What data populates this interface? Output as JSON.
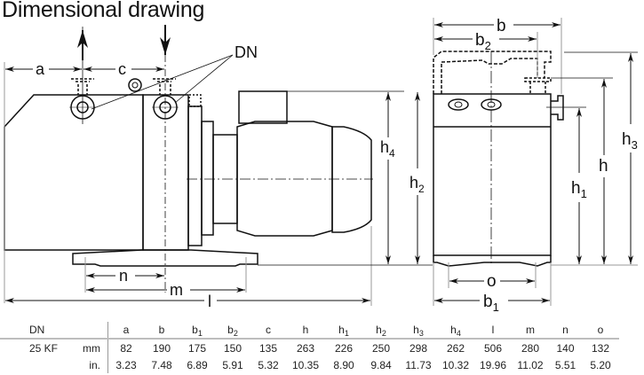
{
  "title": "Dimensional drawing",
  "drawing": {
    "callout_label": "DN",
    "side_view_labels": {
      "a": "a",
      "c": "c",
      "n": "n",
      "m": "m",
      "l": "l",
      "h4": "h",
      "h4_sub": "4",
      "h2": "h",
      "h2_sub": "2"
    },
    "front_view_labels": {
      "b": "b",
      "b2": "b",
      "b2_sub": "2",
      "b1": "b",
      "b1_sub": "1",
      "o": "o",
      "h": "h",
      "h1": "h",
      "h1_sub": "1",
      "h3": "h",
      "h3_sub": "3"
    },
    "flow_arrows": [
      "outlet-up",
      "inlet-down"
    ]
  },
  "table": {
    "header": {
      "dn_label": "DN",
      "columns": [
        {
          "key": "a",
          "label": "a",
          "sub": ""
        },
        {
          "key": "b",
          "label": "b",
          "sub": ""
        },
        {
          "key": "b1",
          "label": "b",
          "sub": "1"
        },
        {
          "key": "b2",
          "label": "b",
          "sub": "2"
        },
        {
          "key": "c",
          "label": "c",
          "sub": ""
        },
        {
          "key": "h",
          "label": "h",
          "sub": ""
        },
        {
          "key": "h1",
          "label": "h",
          "sub": "1"
        },
        {
          "key": "h2",
          "label": "h",
          "sub": "2"
        },
        {
          "key": "h3",
          "label": "h",
          "sub": "3"
        },
        {
          "key": "h4",
          "label": "h",
          "sub": "4"
        },
        {
          "key": "l",
          "label": "l",
          "sub": ""
        },
        {
          "key": "m",
          "label": "m",
          "sub": ""
        },
        {
          "key": "n",
          "label": "n",
          "sub": ""
        },
        {
          "key": "o",
          "label": "o",
          "sub": ""
        }
      ]
    },
    "rows": [
      {
        "dn": "25 KF",
        "unit": "mm",
        "values": [
          "82",
          "190",
          "175",
          "150",
          "135",
          "263",
          "226",
          "250",
          "298",
          "262",
          "506",
          "280",
          "140",
          "132"
        ]
      },
      {
        "dn": "",
        "unit": "in.",
        "values": [
          "3.23",
          "7.48",
          "6.89",
          "5.91",
          "5.32",
          "10.35",
          "8.90",
          "9.84",
          "11.73",
          "10.32",
          "19.96",
          "11.02",
          "5.51",
          "5.20"
        ]
      }
    ]
  }
}
